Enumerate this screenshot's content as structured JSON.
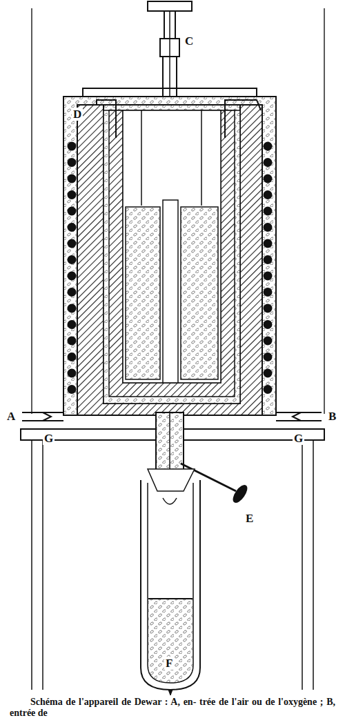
{
  "diagram": {
    "caption": "Schéma de l'appareil de Dewar : A, en- trée de l'air ou de l'oxygène ; B, entrée de",
    "labels": [
      "C",
      "D",
      "A",
      "B",
      "G",
      "G",
      "E",
      "F"
    ]
  }
}
